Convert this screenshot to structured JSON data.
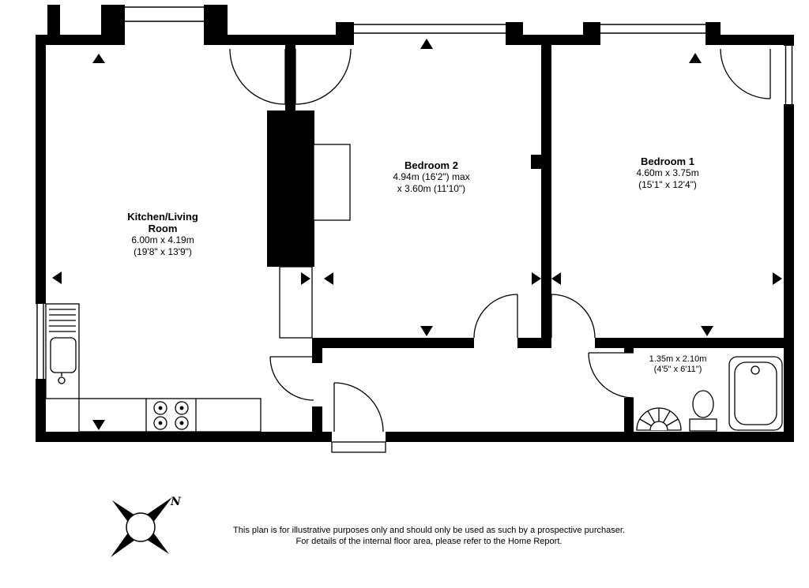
{
  "rooms": {
    "kitchen": {
      "name_line1": "Kitchen/Living",
      "name_line2": "Room",
      "dims1": "6.00m x 4.19m",
      "dims2": "(19'8\" x 13'9\")"
    },
    "bedroom2": {
      "name": "Bedroom 2",
      "dims1": "4.94m (16'2\") max",
      "dims2": "x 3.60m (11'10\")"
    },
    "bedroom1": {
      "name": "Bedroom 1",
      "dims1": "4.60m x 3.75m",
      "dims2": "(15'1\" x 12'4\")"
    },
    "bathroom": {
      "dims1": "1.35m x 2.10m",
      "dims2": "(4'5\" x 6'11\")"
    }
  },
  "compass": {
    "north_label": "N"
  },
  "footer": {
    "line1": "This plan is for illustrative purposes only and should only be used as such by a prospective purchaser.",
    "line2": "For details of the internal floor area, please refer to the Home Report."
  },
  "colors": {
    "wall": "#000000",
    "background": "#ffffff"
  },
  "icons": {
    "compass": "compass-rose",
    "kitchen_fixtures": [
      "sink",
      "hob-4-burners"
    ],
    "bathroom_fixtures": [
      "bathtub",
      "toilet",
      "pedestal-basin"
    ]
  }
}
